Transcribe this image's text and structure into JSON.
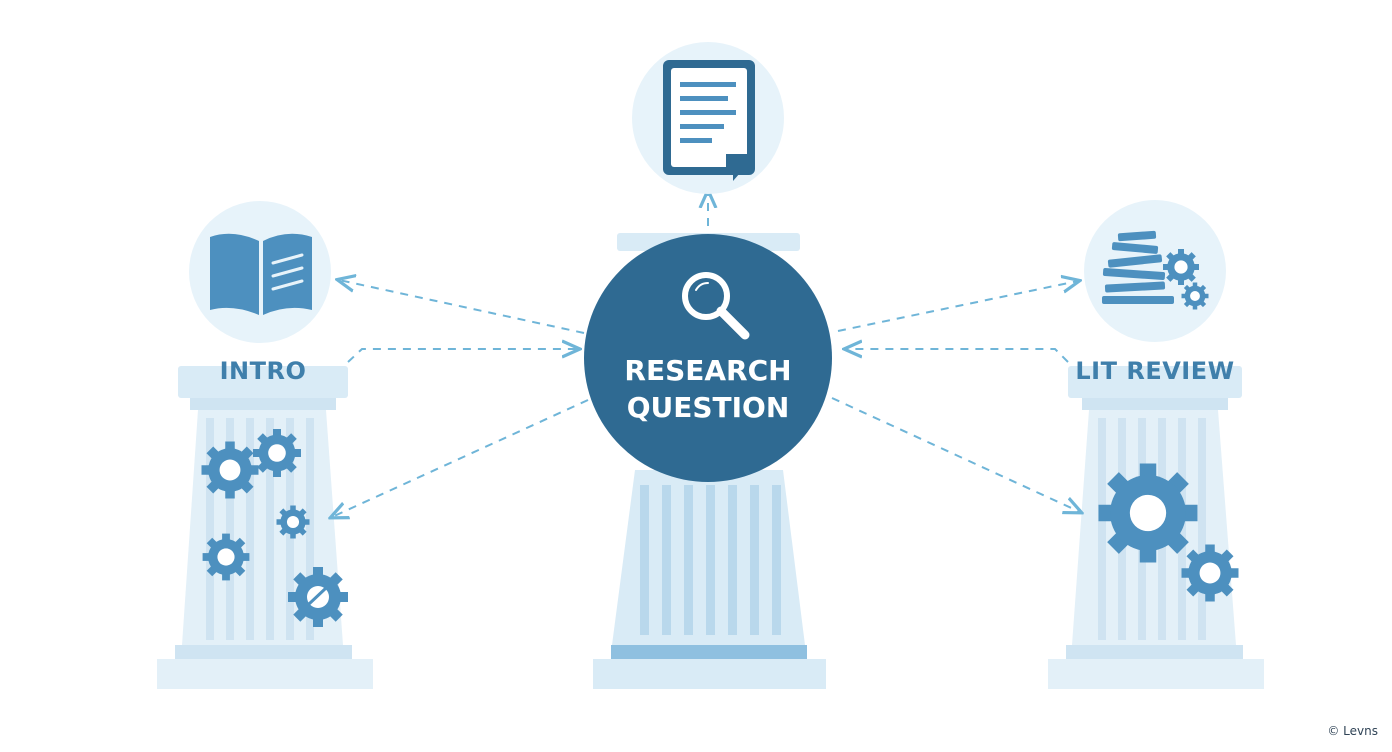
{
  "labels": {
    "left_pillar": "INTRO",
    "center_line1": "RESEARCH",
    "center_line2": "QUESTION",
    "right_pillar": "LIT REVIEW"
  },
  "credit": "© Levns",
  "icons": {
    "top": "document-icon",
    "left": "open-book-icon",
    "center": "magnifier-icon",
    "right": "stacked-papers-gears-icon"
  },
  "colors": {
    "primary": "#2f6a92",
    "accent": "#4d90bf",
    "pillar": "#d9ebf6",
    "pillar_light": "#eaf4fa",
    "circle_bg": "#e7f3fa",
    "arrow": "#6fb5d8",
    "label": "#3f7fab"
  }
}
